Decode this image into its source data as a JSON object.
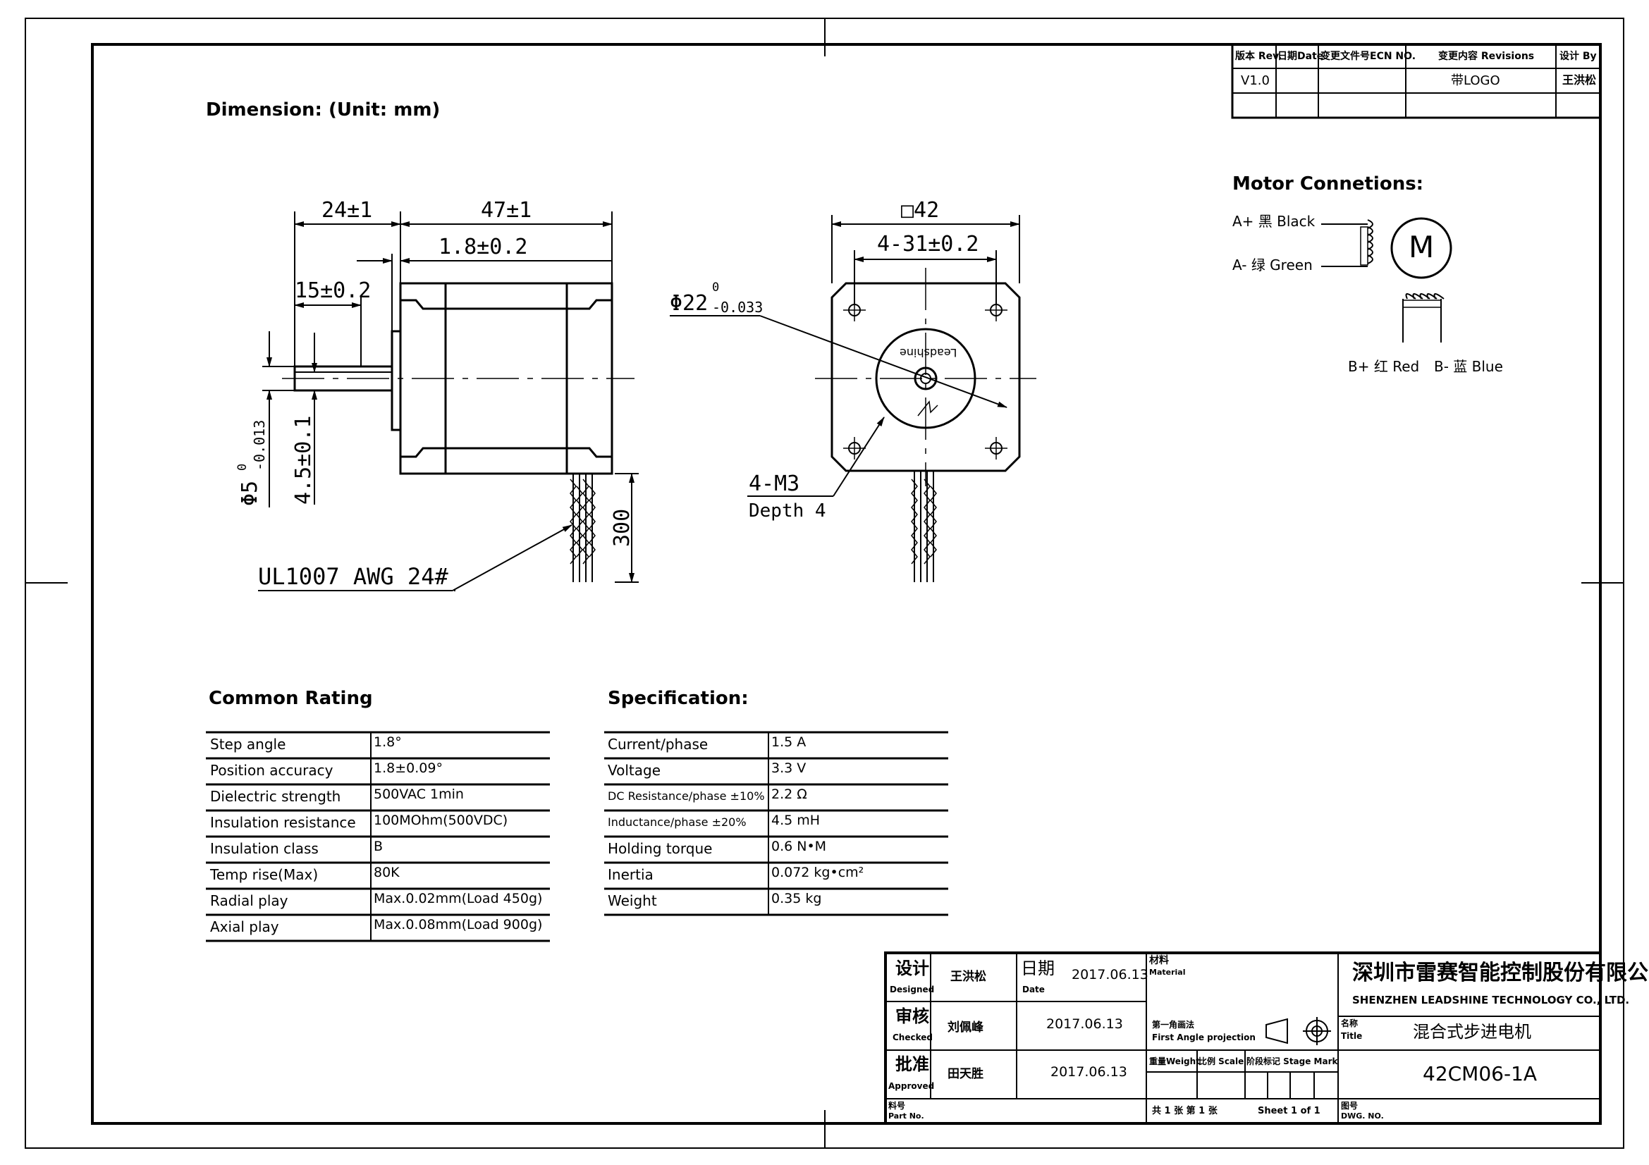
{
  "heading": "Dimension: (Unit: mm)",
  "revision_table": {
    "headers": {
      "rev": "版本 Rev.",
      "date": "日期Date",
      "ecn": "变更文件号ECN NO.",
      "revisions": "变更内容  Revisions",
      "by": "设计 By"
    },
    "row": {
      "rev": "V1.0",
      "date": "",
      "ecn": "",
      "revisions": "带LOGO",
      "by": "王洪松"
    }
  },
  "side_view": {
    "dim_shaft_length": "24±1",
    "dim_body_length": "47±1",
    "dim_boss_height": "1.8±0.2",
    "dim_flat_length": "15±0.2",
    "dim_shaft_dia": "Φ5",
    "dim_shaft_dia_upper": "0",
    "dim_shaft_dia_lower": "-0.013",
    "dim_flat_depth": "4.5±0.1",
    "dim_lead_length": "300",
    "lead_wire_label": "UL1007 AWG 24#"
  },
  "front_view": {
    "dim_flange": "□42",
    "dim_hole_spacing": "4-31±0.2",
    "dim_boss_dia": "Φ22",
    "dim_boss_dia_upper": "0",
    "dim_boss_dia_lower": "-0.033",
    "hole_label": "4-M3",
    "hole_depth": "Depth 4",
    "brand_text": "Leadshine"
  },
  "motor_connections": {
    "title": "Motor Connetions:",
    "a_plus": "A+ 黑 Black",
    "a_minus": "A- 绿 Green",
    "b_plus": "B+ 红 Red",
    "b_minus": "B- 蓝 Blue",
    "motor_symbol": "M"
  },
  "common_rating": {
    "title": "Common Rating",
    "rows": [
      {
        "label": "Step angle",
        "value": "1.8°"
      },
      {
        "label": "Position accuracy",
        "value": "1.8±0.09°"
      },
      {
        "label": "Dielectric strength",
        "value": "500VAC 1min"
      },
      {
        "label": "Insulation resistance",
        "value": "100MOhm(500VDC)"
      },
      {
        "label": "Insulation class",
        "value": "B"
      },
      {
        "label": "Temp rise(Max)",
        "value": "80K"
      },
      {
        "label": "Radial play",
        "value": "Max.0.02mm(Load 450g)"
      },
      {
        "label": "Axial play",
        "value": "Max.0.08mm(Load 900g)"
      }
    ]
  },
  "specification": {
    "title": "Specification:",
    "rows": [
      {
        "label": "Current/phase",
        "value": "1.5 A"
      },
      {
        "label": "Voltage",
        "value": "3.3 V"
      },
      {
        "label": "DC Resistance/phase ±10%",
        "value": "2.2 Ω"
      },
      {
        "label": "Inductance/phase ±20%",
        "value": "4.5 mH"
      },
      {
        "label": "Holding torque",
        "value": "0.6 N•M"
      },
      {
        "label": "Inertia",
        "value": "0.072 kg•cm²"
      },
      {
        "label": "Weight",
        "value": "0.35 kg"
      }
    ]
  },
  "title_block": {
    "designed_cn": "设计",
    "designed_en": "Designed",
    "designed_name": "王洪松",
    "date_cn": "日期",
    "date_en": "Date",
    "designed_date": "2017.06.13",
    "checked_cn": "审核",
    "checked_en": "Checked",
    "checked_name": "刘佩峰",
    "checked_date": "2017.06.13",
    "approved_cn": "批准",
    "approved_en": "Approved",
    "approved_name": "田天胜",
    "approved_date": "2017.06.13",
    "material_cn": "材料",
    "material_en": "Material",
    "projection_cn": "第一角画法",
    "projection_en": "First Angle projection",
    "weight_label": "重量Weight",
    "scale_label": "比例 Scale",
    "stage_label": "阶段标记 Stage Mark",
    "sheet_cn": "共 1 张 第 1 张",
    "sheet_en": "Sheet 1 of 1",
    "part_no_cn": "料号",
    "part_no_en": "Part No.",
    "company_cn": "深圳市雷赛智能控制股份有限公司",
    "company_en": "SHENZHEN LEADSHINE TECHNOLOGY CO., LTD.",
    "title_cn": "名称",
    "title_en": "Title",
    "title_value": "混合式步进电机",
    "dwg_no_cn": "图号",
    "dwg_no_en": "DWG. NO.",
    "dwg_no_value": "42CM06-1A"
  }
}
